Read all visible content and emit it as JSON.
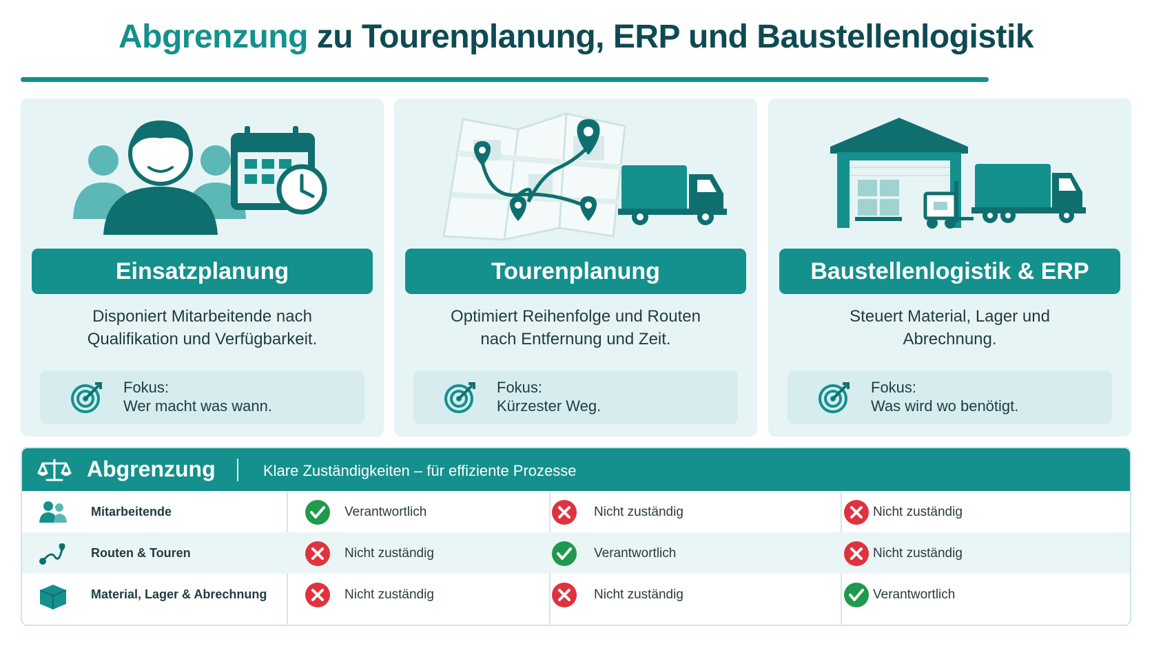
{
  "title": {
    "accent": "Abgrenzung",
    "rest": "zu Tourenplanung, ERP und Baustellenlogistik"
  },
  "cards": [
    {
      "title": "Einsatzplanung",
      "desc_line1": "Disponiert Mitarbeitende nach",
      "desc_line2": "Qualifikation und Verfügbarkeit.",
      "focus_label": "Fokus:",
      "focus_text": "Wer macht was wann.",
      "illustration": "team-calendar-clock-icon"
    },
    {
      "title": "Tourenplanung",
      "desc_line1": "Optimiert Reihenfolge und Routen",
      "desc_line2": "nach Entfernung und Zeit.",
      "focus_label": "Fokus:",
      "focus_text": "Kürzester Weg.",
      "illustration": "map-route-truck-icon"
    },
    {
      "title": "Baustellenlogistik & ERP",
      "desc_line1": "Steuert Material, Lager und",
      "desc_line2": "Abrechnung.",
      "focus_label": "Fokus:",
      "focus_text": "Was wird wo benötigt.",
      "illustration": "warehouse-forklift-truck-icon"
    }
  ],
  "table": {
    "header_title": "Abgrenzung",
    "header_subtitle": "Klare Zuständigkeiten – für effiziente Prozesse",
    "header_icon": "balance-scale-icon",
    "rows": [
      {
        "label": "Mitarbeitende",
        "icon": "people-icon",
        "cells": [
          {
            "status": "check",
            "text": "Verantwortlich"
          },
          {
            "status": "cross",
            "text": "Nicht zuständig"
          },
          {
            "status": "cross",
            "text": "Nicht zuständig"
          }
        ]
      },
      {
        "label": "Routen & Touren",
        "icon": "route-icon",
        "cells": [
          {
            "status": "cross",
            "text": "Nicht zuständig"
          },
          {
            "status": "check",
            "text": "Verantwortlich"
          },
          {
            "status": "cross",
            "text": "Nicht zuständig"
          }
        ]
      },
      {
        "label": "Material, Lager & Abrechnung",
        "icon": "box-icon",
        "cells": [
          {
            "status": "cross",
            "text": "Nicht zuständig"
          },
          {
            "status": "cross",
            "text": "Nicht zuständig"
          },
          {
            "status": "check",
            "text": "Verantwortlich"
          }
        ]
      }
    ]
  },
  "colors": {
    "teal": "#14908d",
    "dark_teal": "#0e4a52",
    "card_bg": "#e7f4f5",
    "check": "#1e9a4e",
    "cross": "#e0313e"
  }
}
